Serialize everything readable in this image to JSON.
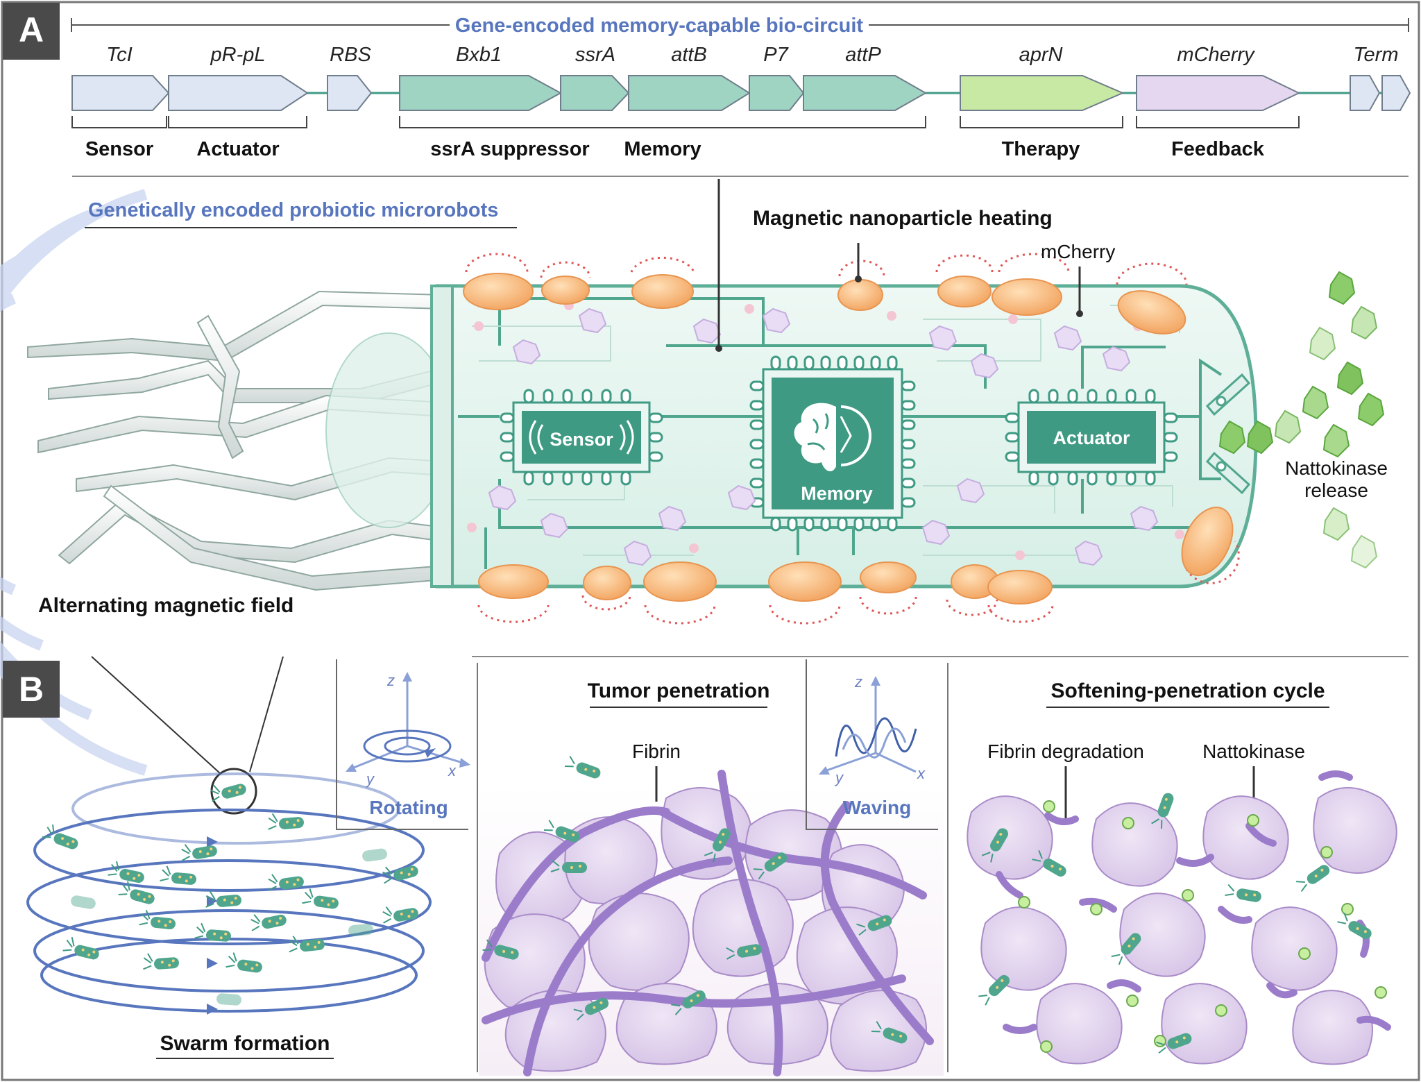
{
  "panel_a": {
    "letter": "A",
    "circuit_title": "Gene-encoded memory-capable bio-circuit",
    "genes": [
      {
        "name": "TcI",
        "color": "#dfe6f3"
      },
      {
        "name": "pR-pL",
        "color": "#dfe6f3"
      },
      {
        "name": "RBS",
        "color": "#dfe6f3"
      },
      {
        "name": "Bxb1",
        "color": "#9fd4c3"
      },
      {
        "name": "ssrA",
        "color": "#9fd4c3"
      },
      {
        "name": "attB",
        "color": "#9fd4c3"
      },
      {
        "name": "P7",
        "color": "#9fd4c3"
      },
      {
        "name": "attP",
        "color": "#9fd4c3"
      },
      {
        "name": "aprN",
        "color": "#c8e9a4"
      },
      {
        "name": "mCherry",
        "color": "#e6d7f1"
      },
      {
        "name": "Term",
        "color": "#dfe6f3"
      }
    ],
    "functions": [
      "Sensor",
      "Actuator",
      "ssrA suppressor",
      "Memory",
      "Therapy",
      "Feedback"
    ],
    "microrobot_title": "Genetically encoded probiotic microrobots",
    "heating_label": "Magnetic nanoparticle heating",
    "mcherry_label": "mCherry",
    "chip_sensor": "Sensor",
    "chip_memory": "Memory",
    "chip_actuator": "Actuator",
    "release_line1": "Nattokinase",
    "release_line2": "release",
    "field_label": "Alternating magnetic field"
  },
  "panel_b": {
    "letter": "B",
    "swarm_label": "Swarm formation",
    "rotating_label": "Rotating",
    "waving_label": "Waving",
    "axis_z": "z",
    "axis_x": "x",
    "axis_y": "y",
    "tumor_title": "Tumor penetration",
    "fibrin_label": "Fibrin",
    "cycle_title": "Softening-penetration cycle",
    "degradation_label": "Fibrin degradation",
    "nattokinase_label": "Nattokinase"
  },
  "colors": {
    "accent_blue": "#5876be",
    "teal": "#3f9a83",
    "teal_light": "#9fd4c3",
    "orange": "#f6b77a",
    "purple": "#b49ad6",
    "green_enzyme": "#8ccc6a"
  }
}
